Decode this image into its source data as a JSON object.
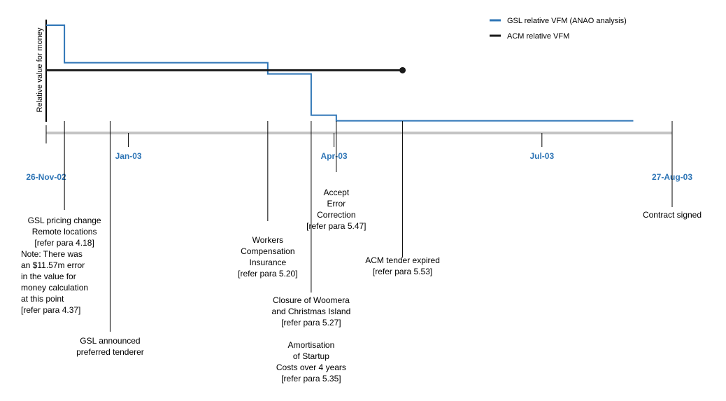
{
  "chart_data": {
    "type": "line",
    "ylabel": "Relative value for money",
    "x_range": [
      "2002-11-26",
      "2003-08-27"
    ],
    "tick_labels": [
      {
        "date": "2002-11-26",
        "label": "26-Nov-02",
        "row": "low"
      },
      {
        "date": "2003-01-01",
        "label": "Jan-03",
        "row": "high"
      },
      {
        "date": "2003-04-01",
        "label": "Apr-03",
        "row": "high"
      },
      {
        "date": "2003-07-01",
        "label": "Jul-03",
        "row": "high"
      },
      {
        "date": "2003-08-27",
        "label": "27-Aug-03",
        "row": "low"
      }
    ],
    "series": [
      {
        "name": "GSL relative VFM (ANAO analysis)",
        "color": "#2e75b6",
        "step_points": [
          {
            "date": "2002-11-26",
            "level": 1.0
          },
          {
            "date": "2002-12-04",
            "level": 0.6
          },
          {
            "date": "2003-03-03",
            "level": 0.48
          },
          {
            "date": "2003-03-22",
            "level": 0.04
          },
          {
            "date": "2003-04-02",
            "level": -0.02
          },
          {
            "date": "2003-08-10",
            "level": -0.02
          }
        ]
      },
      {
        "name": "ACM relative VFM",
        "color": "#1a1a1a",
        "points": [
          {
            "date": "2002-11-26",
            "level": 0.52
          },
          {
            "date": "2003-05-01",
            "level": 0.52
          }
        ],
        "end_marker": "dot"
      }
    ],
    "legend_position": "top-right",
    "annotations": [
      {
        "date": "2002-12-04",
        "lines": [
          "GSL pricing change",
          "Remote locations",
          "[refer para  4.18]"
        ],
        "extra_lines": [
          "Note: There was",
          "an $11.57m error",
          "in the value for",
          "money calculation",
          "at this point",
          "[refer para  4.37]"
        ]
      },
      {
        "date": "2002-12-24",
        "lines": [
          "GSL announced",
          "preferred tenderer"
        ]
      },
      {
        "date": "2003-03-03",
        "lines": [
          "Workers",
          "Compensation",
          "Insurance",
          "[refer para  5.20]"
        ]
      },
      {
        "date": "2003-03-22",
        "lines": [
          "Closure of Woomera",
          "and Christmas Island",
          "[refer para  5.27]",
          "",
          "Amortisation",
          "of Startup",
          "Costs over 4 years",
          "[refer para  5.35]"
        ]
      },
      {
        "date": "2003-04-02",
        "lines": [
          "Accept",
          "Error",
          "Correction",
          "[refer para  5.47]"
        ]
      },
      {
        "date": "2003-05-01",
        "lines": [
          "ACM tender expired",
          "[refer para  5.53]"
        ]
      },
      {
        "date": "2003-08-27",
        "lines": [
          "Contract signed"
        ]
      }
    ]
  }
}
